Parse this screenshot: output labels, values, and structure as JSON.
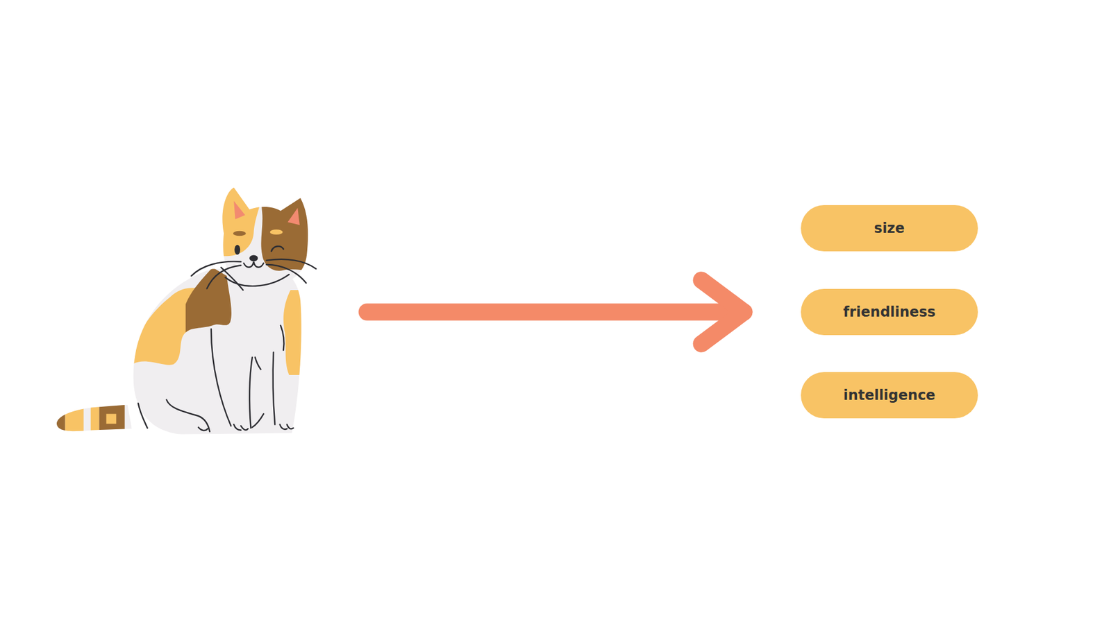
{
  "diagram": {
    "nodes": [
      {
        "text": [
          "size"
        ]
      },
      {
        "text": [
          "friendliness"
        ]
      },
      {
        "text": [
          "intelligence"
        ]
      }
    ]
  }
}
